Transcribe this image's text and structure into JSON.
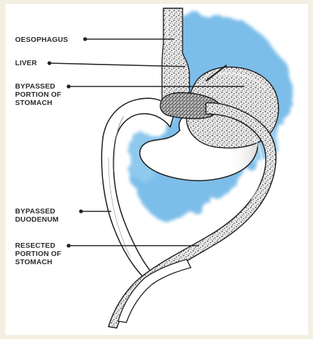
{
  "labels": {
    "oesophagus": "OESOPHAGUS",
    "liver": "LIVER",
    "bypassed_stomach": "BYPASSED\nPORTION OF\nSTOMACH",
    "bypassed_duodenum": "BYPASSED\nDUODENUM",
    "resected_stomach": "RESECTED\nPORTION OF\nSTOMACH"
  },
  "colors": {
    "panel_border": "#f4efe3",
    "liver_blue": "#63b1e4",
    "outline": "#1f1f1f",
    "stipple": "#3a3a3a",
    "leader": "#222222"
  }
}
